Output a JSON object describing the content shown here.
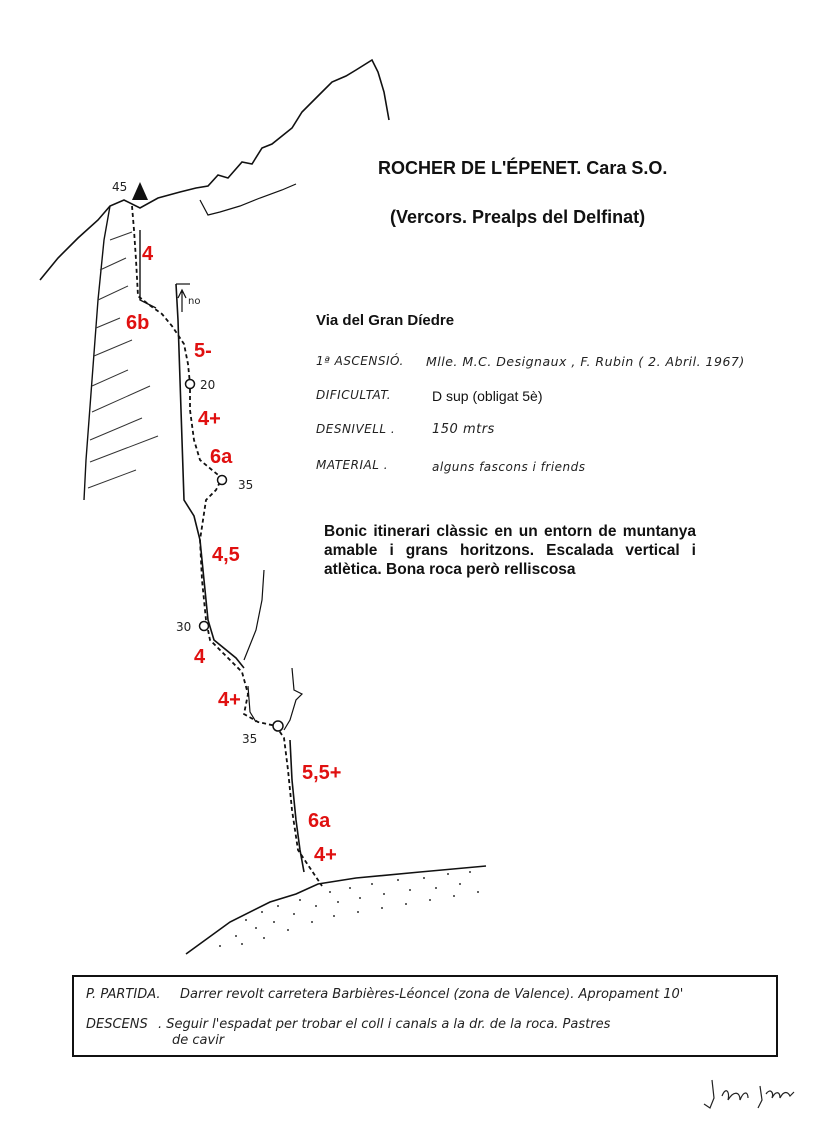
{
  "title": "ROCHER DE L'ÉPENET. Cara S.O.",
  "subtitle": "(Vercors. Prealps del Delfinat)",
  "route_name": "Via del Gran Díedre",
  "details": [
    {
      "label": "1ª ASCENSIÓ.",
      "value": "Mlle. M.C. Designaux , F. Rubin  ( 2. Abril. 1967)"
    },
    {
      "label": "DIFICULTAT.",
      "value": "D sup (obligat 5è)"
    },
    {
      "label": "DESNIVELL .",
      "value": "150 mtrs"
    },
    {
      "label": "MATERIAL .",
      "value": "alguns fascons i friends"
    }
  ],
  "description": "Bonic itinerari clàssic en un entorn de muntanya amable i grans horitzons. Escalada vertical i atlètica. Bona roca però relliscosa",
  "summit_label": "45",
  "grades": [
    "4",
    "6b",
    "5-",
    "4+",
    "6a",
    "4,5",
    "4",
    "4+",
    "5,5+",
    "6a",
    "4+"
  ],
  "pitch_lengths": [
    "20",
    "35",
    "30",
    "35"
  ],
  "no_label": "no",
  "footer": {
    "start_label": "P. PARTIDA.",
    "start_text": "Darrer revolt carretera Barbières-Léoncel (zona de Valence). Apropament 10'",
    "descent_label": "DESCENS",
    "descent_text": ". Seguir l'espadat per trobar el coll i canals a la dr. de la roca. Pastres",
    "descent_text_2": "de cavir"
  },
  "signature": "Joan Jover",
  "colors": {
    "grade": "#e01010",
    "ink": "#111111"
  }
}
